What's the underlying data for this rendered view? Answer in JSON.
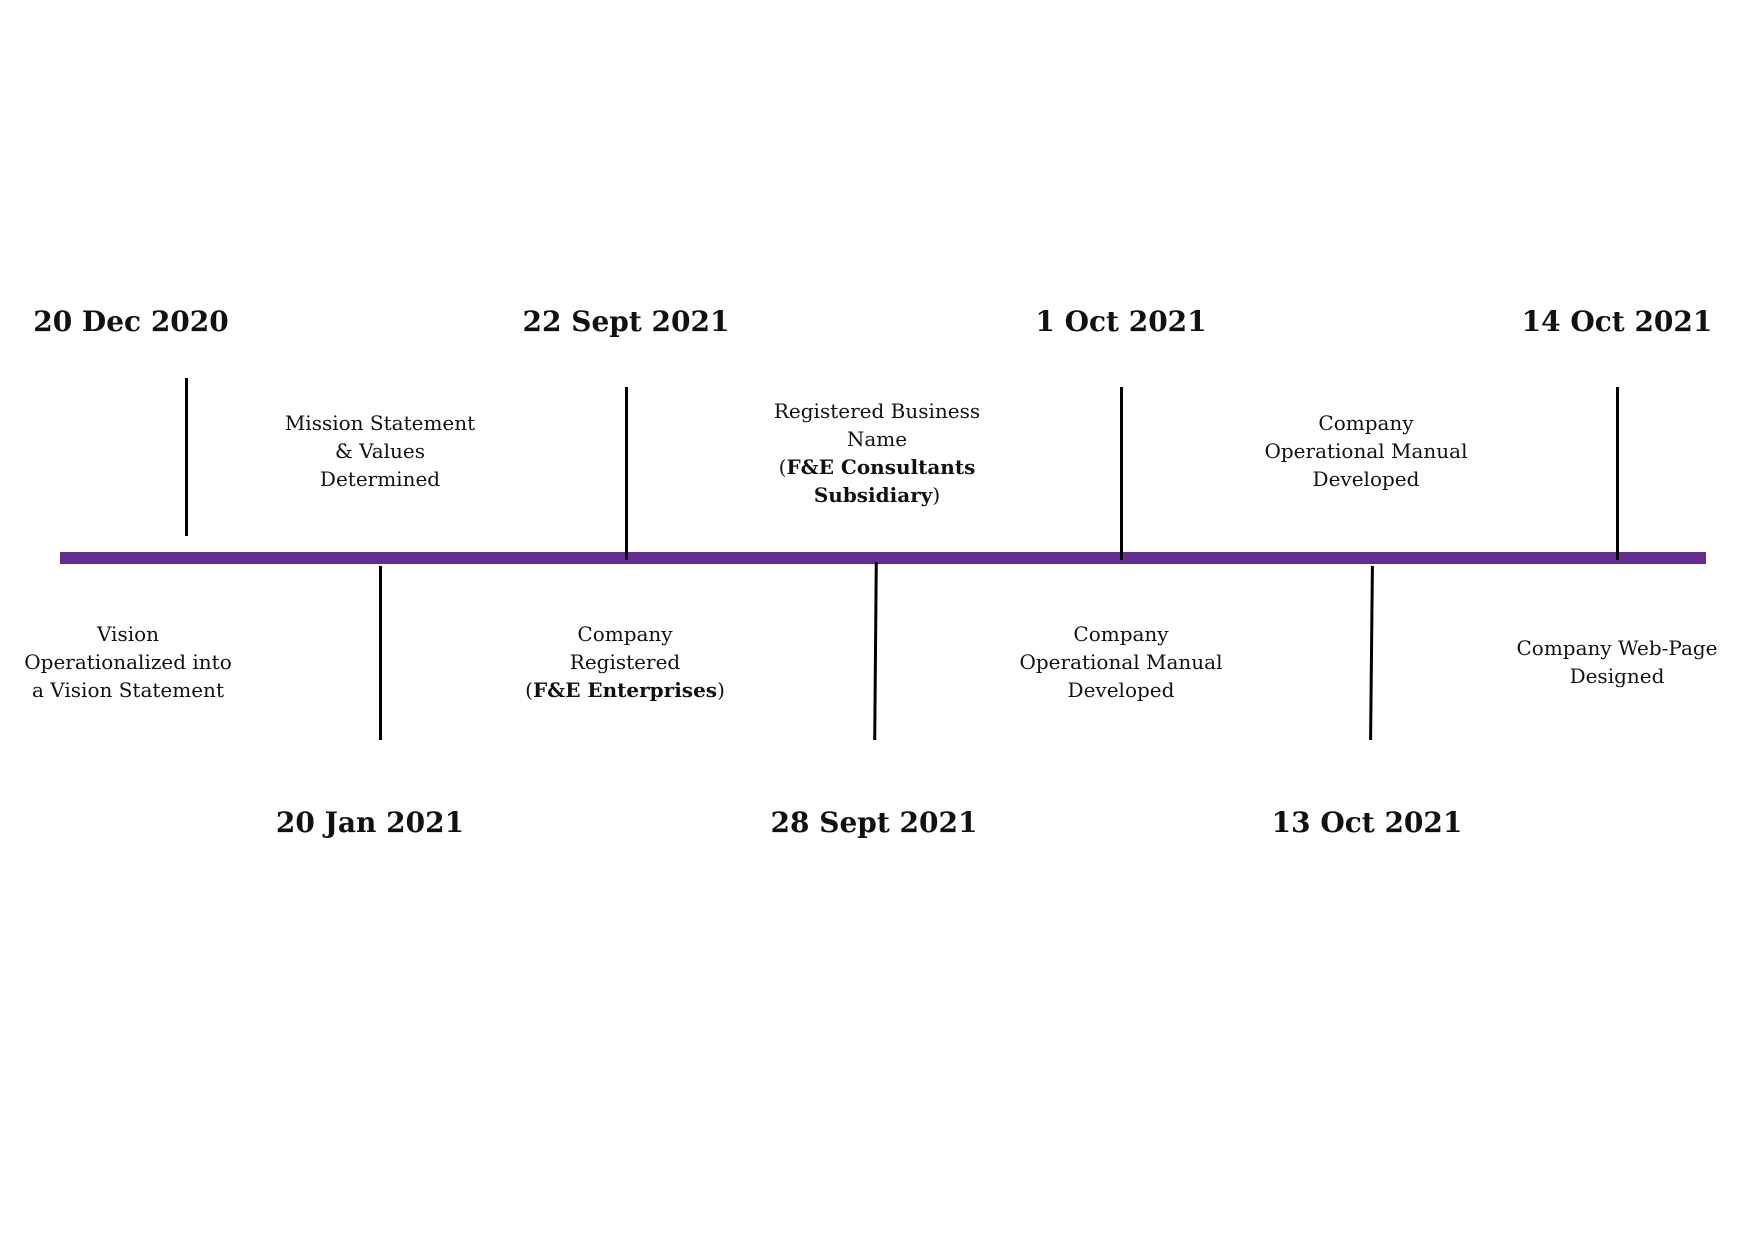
{
  "timeline": {
    "bar_color": "#652d90",
    "events": [
      {
        "date": "20 Dec 2020",
        "lines": [
          "Vision",
          "Operationalized into",
          "a Vision Statement"
        ]
      },
      {
        "date": "20 Jan 2021",
        "lines": [
          "Mission Statement",
          "& Values",
          "Determined"
        ]
      },
      {
        "date": "22 Sept 2021",
        "lines": [
          "Company",
          "Registered"
        ],
        "bold_line": {
          "before": "(",
          "bold": "F&E Enterprises",
          "after": ")"
        }
      },
      {
        "date": "28 Sept 2021",
        "lines": [
          "Registered Business",
          "Name"
        ],
        "bold_line": {
          "before": "(",
          "bold": "F&E Consultants",
          "after": ""
        },
        "bold_line_2": {
          "before": "",
          "bold": "Subsidiary",
          "after": ")"
        }
      },
      {
        "date": "1 Oct 2021",
        "lines": [
          "Company",
          "Operational Manual",
          "Developed"
        ]
      },
      {
        "date": "13 Oct 2021",
        "lines": [
          "Company",
          "Operational Manual",
          "Developed"
        ]
      },
      {
        "date": "14 Oct 2021",
        "lines": [
          "Company Web-Page",
          "Designed"
        ]
      }
    ]
  }
}
